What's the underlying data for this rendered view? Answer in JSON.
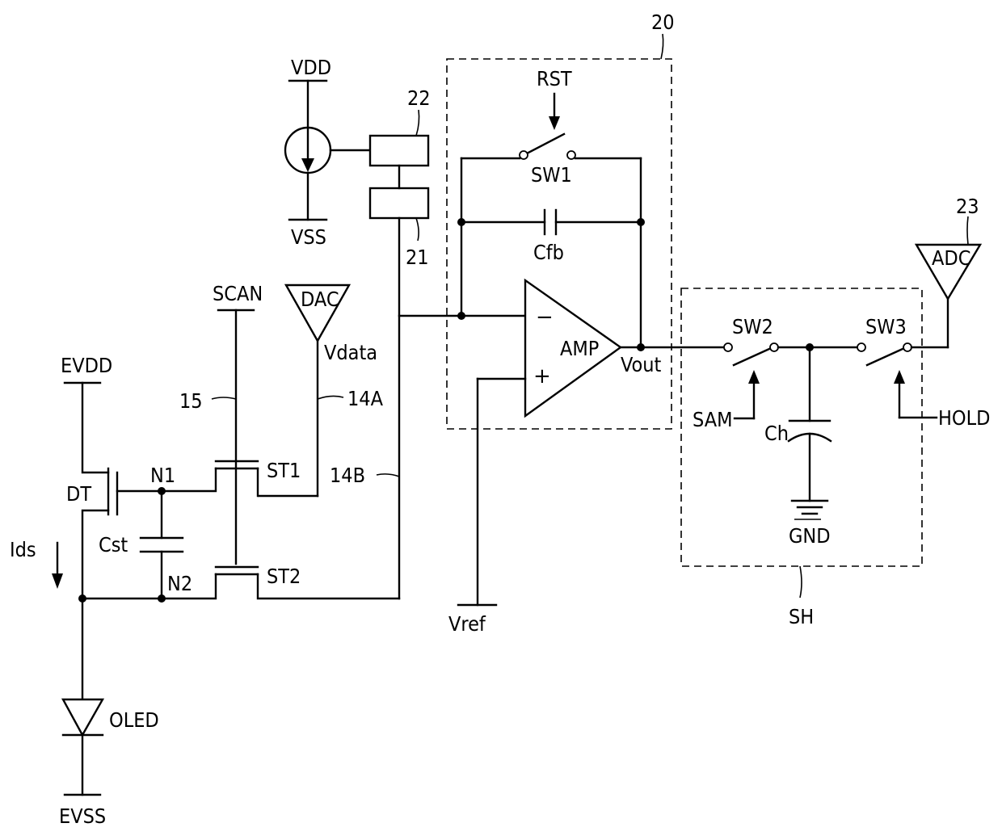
{
  "labels": {
    "ref_20": "20",
    "ref_21": "21",
    "ref_22": "22",
    "ref_23": "23",
    "ref_15": "15",
    "ref_14a": "14A",
    "ref_14b": "14B",
    "ref_sh": "SH",
    "vdd": "VDD",
    "vss": "VSS",
    "rst": "RST",
    "sw1": "SW1",
    "cfb": "Cfb",
    "amp": "AMP",
    "amp_minus": "−",
    "amp_plus": "+",
    "vout": "Vout",
    "vref": "Vref",
    "sw2": "SW2",
    "sw3": "SW3",
    "sam": "SAM",
    "hold": "HOLD",
    "ch": "Ch",
    "gnd": "GND",
    "adc": "ADC",
    "dac": "DAC",
    "vdata": "Vdata",
    "scan": "SCAN",
    "evdd": "EVDD",
    "evss": "EVSS",
    "dt": "DT",
    "n1": "N1",
    "n2": "N2",
    "cst": "Cst",
    "ids": "Ids",
    "st1": "ST1",
    "st2": "ST2",
    "oled": "OLED"
  }
}
